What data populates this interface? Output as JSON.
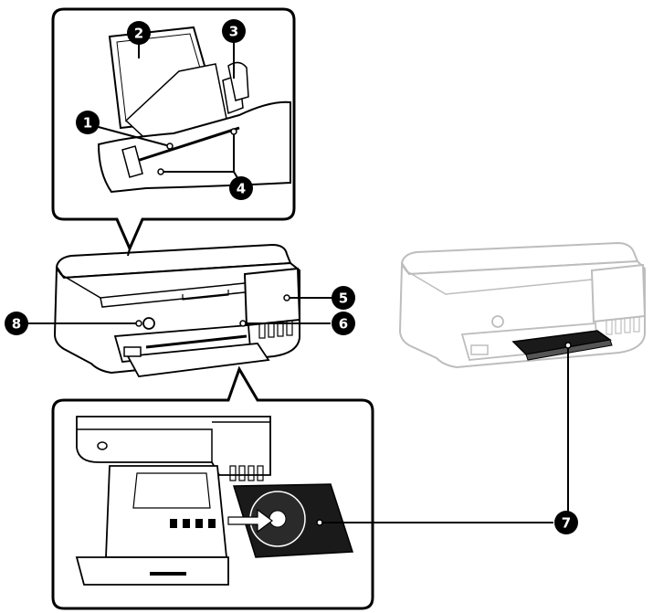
{
  "callouts": [
    {
      "id": "1",
      "label": "1"
    },
    {
      "id": "2",
      "label": "2"
    },
    {
      "id": "3",
      "label": "3"
    },
    {
      "id": "4",
      "label": "4"
    },
    {
      "id": "5",
      "label": "5"
    },
    {
      "id": "6",
      "label": "6"
    },
    {
      "id": "7",
      "label": "7"
    },
    {
      "id": "8",
      "label": "8"
    }
  ],
  "colors": {
    "line": "#000000",
    "faded_printer": "#bdbdbd",
    "callout_fill": "#000000",
    "callout_text": "#ffffff"
  }
}
